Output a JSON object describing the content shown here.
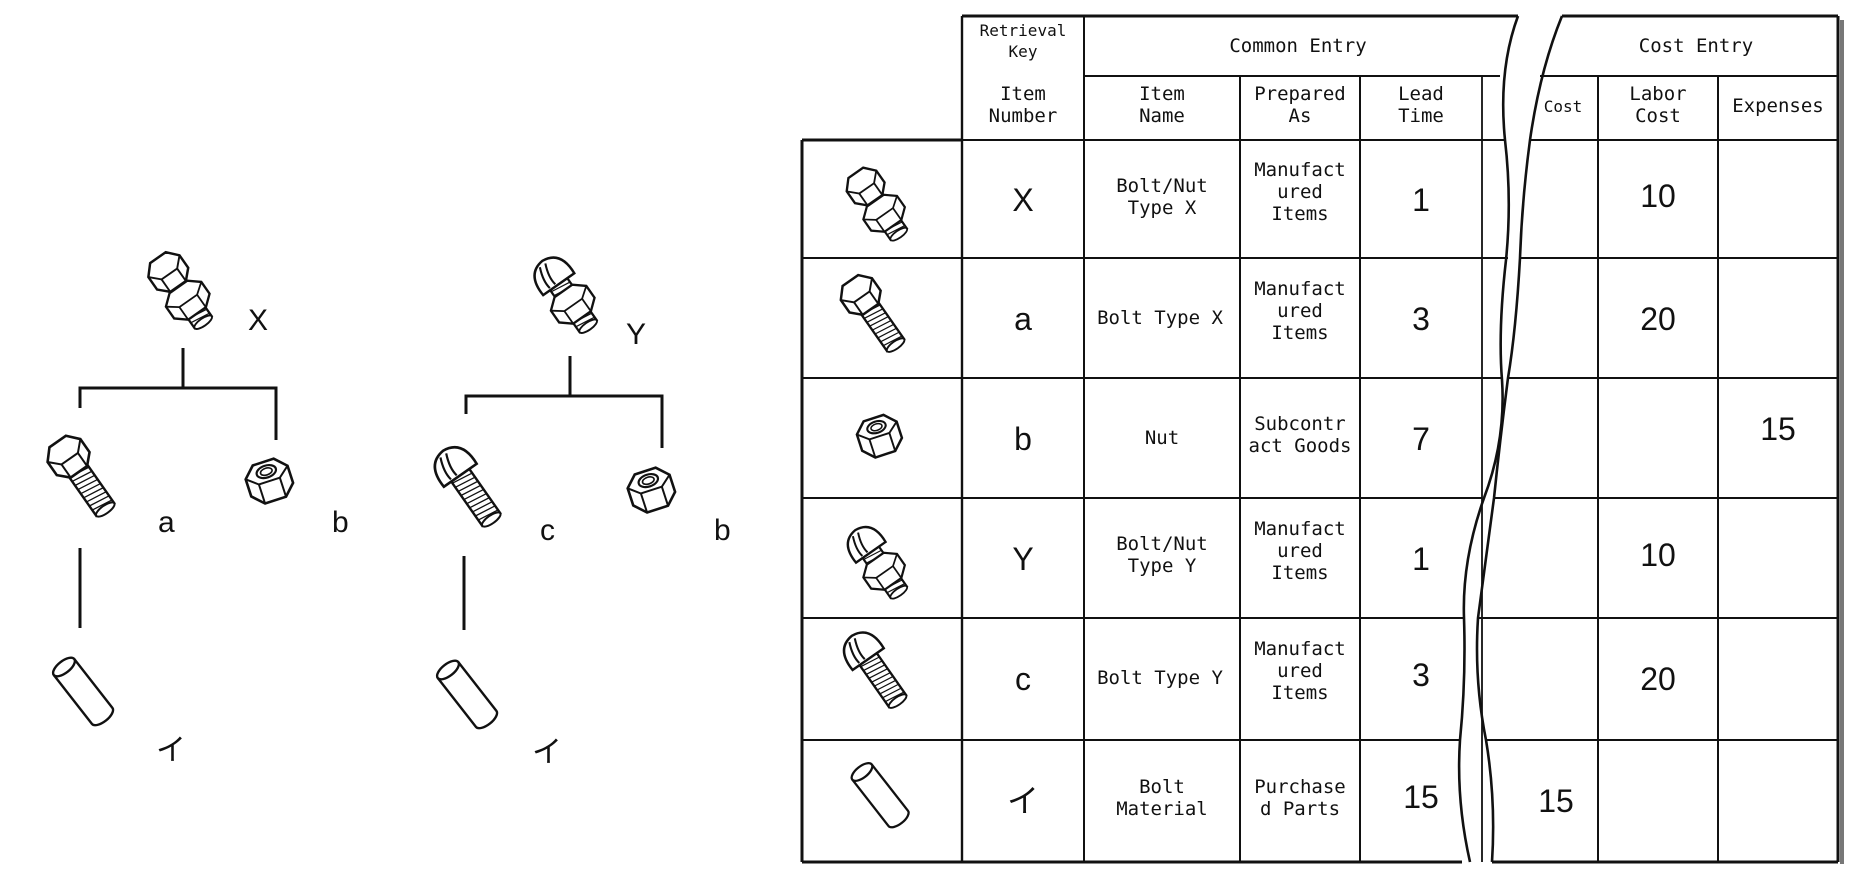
{
  "tree_x": {
    "root": "X",
    "children": [
      "a",
      "b"
    ],
    "grandchild": "イ"
  },
  "tree_y": {
    "root": "Y",
    "children": [
      "c",
      "b"
    ],
    "grandchild": "イ"
  },
  "table": {
    "group_headers": {
      "retrieval_key": [
        "Retrieval",
        "Key"
      ],
      "common_entry": "Common Entry",
      "cost_entry": "Cost Entry"
    },
    "column_headers": {
      "item_number": [
        "Item",
        "Number"
      ],
      "item_name": [
        "Item",
        "Name"
      ],
      "prepared_as": [
        "Prepared",
        "As"
      ],
      "lead_time": [
        "Lead",
        "Time"
      ],
      "cost": "Cost",
      "labor_cost": [
        "Labor",
        "Cost"
      ],
      "expenses": "Expenses"
    },
    "rows": [
      {
        "icon": "bolt-nut-assembly-hex-icon",
        "item_number": "X",
        "item_name": [
          "Bolt/Nut",
          "Type X"
        ],
        "prepared_as": [
          "Manufact",
          "ured",
          "Items"
        ],
        "lead_time": "1",
        "cost": "",
        "labor_cost": "10",
        "expenses": ""
      },
      {
        "icon": "hex-bolt-icon",
        "item_number": "a",
        "item_name": [
          "Bolt Type X"
        ],
        "prepared_as": [
          "Manufact",
          "ured",
          "Items"
        ],
        "lead_time": "3",
        "cost": "",
        "labor_cost": "20",
        "expenses": ""
      },
      {
        "icon": "hex-nut-icon",
        "item_number": "b",
        "item_name": [
          "Nut"
        ],
        "prepared_as": [
          "Subcontr",
          "act Goods"
        ],
        "lead_time": "7",
        "cost": "",
        "labor_cost": "",
        "expenses": "15"
      },
      {
        "icon": "bolt-nut-assembly-round-icon",
        "item_number": "Y",
        "item_name": [
          "Bolt/Nut",
          "Type Y"
        ],
        "prepared_as": [
          "Manufact",
          "ured",
          "Items"
        ],
        "lead_time": "1",
        "cost": "",
        "labor_cost": "10",
        "expenses": ""
      },
      {
        "icon": "round-head-bolt-icon",
        "item_number": "c",
        "item_name": [
          "Bolt Type Y"
        ],
        "prepared_as": [
          "Manufact",
          "ured",
          "Items"
        ],
        "lead_time": "3",
        "cost": "",
        "labor_cost": "20",
        "expenses": ""
      },
      {
        "icon": "rod-material-icon",
        "item_number": "イ",
        "item_name": [
          "Bolt",
          "Material"
        ],
        "prepared_as": [
          "Purchase",
          "d Parts"
        ],
        "lead_time": "15",
        "cost": "15",
        "labor_cost": "",
        "expenses": ""
      }
    ]
  }
}
